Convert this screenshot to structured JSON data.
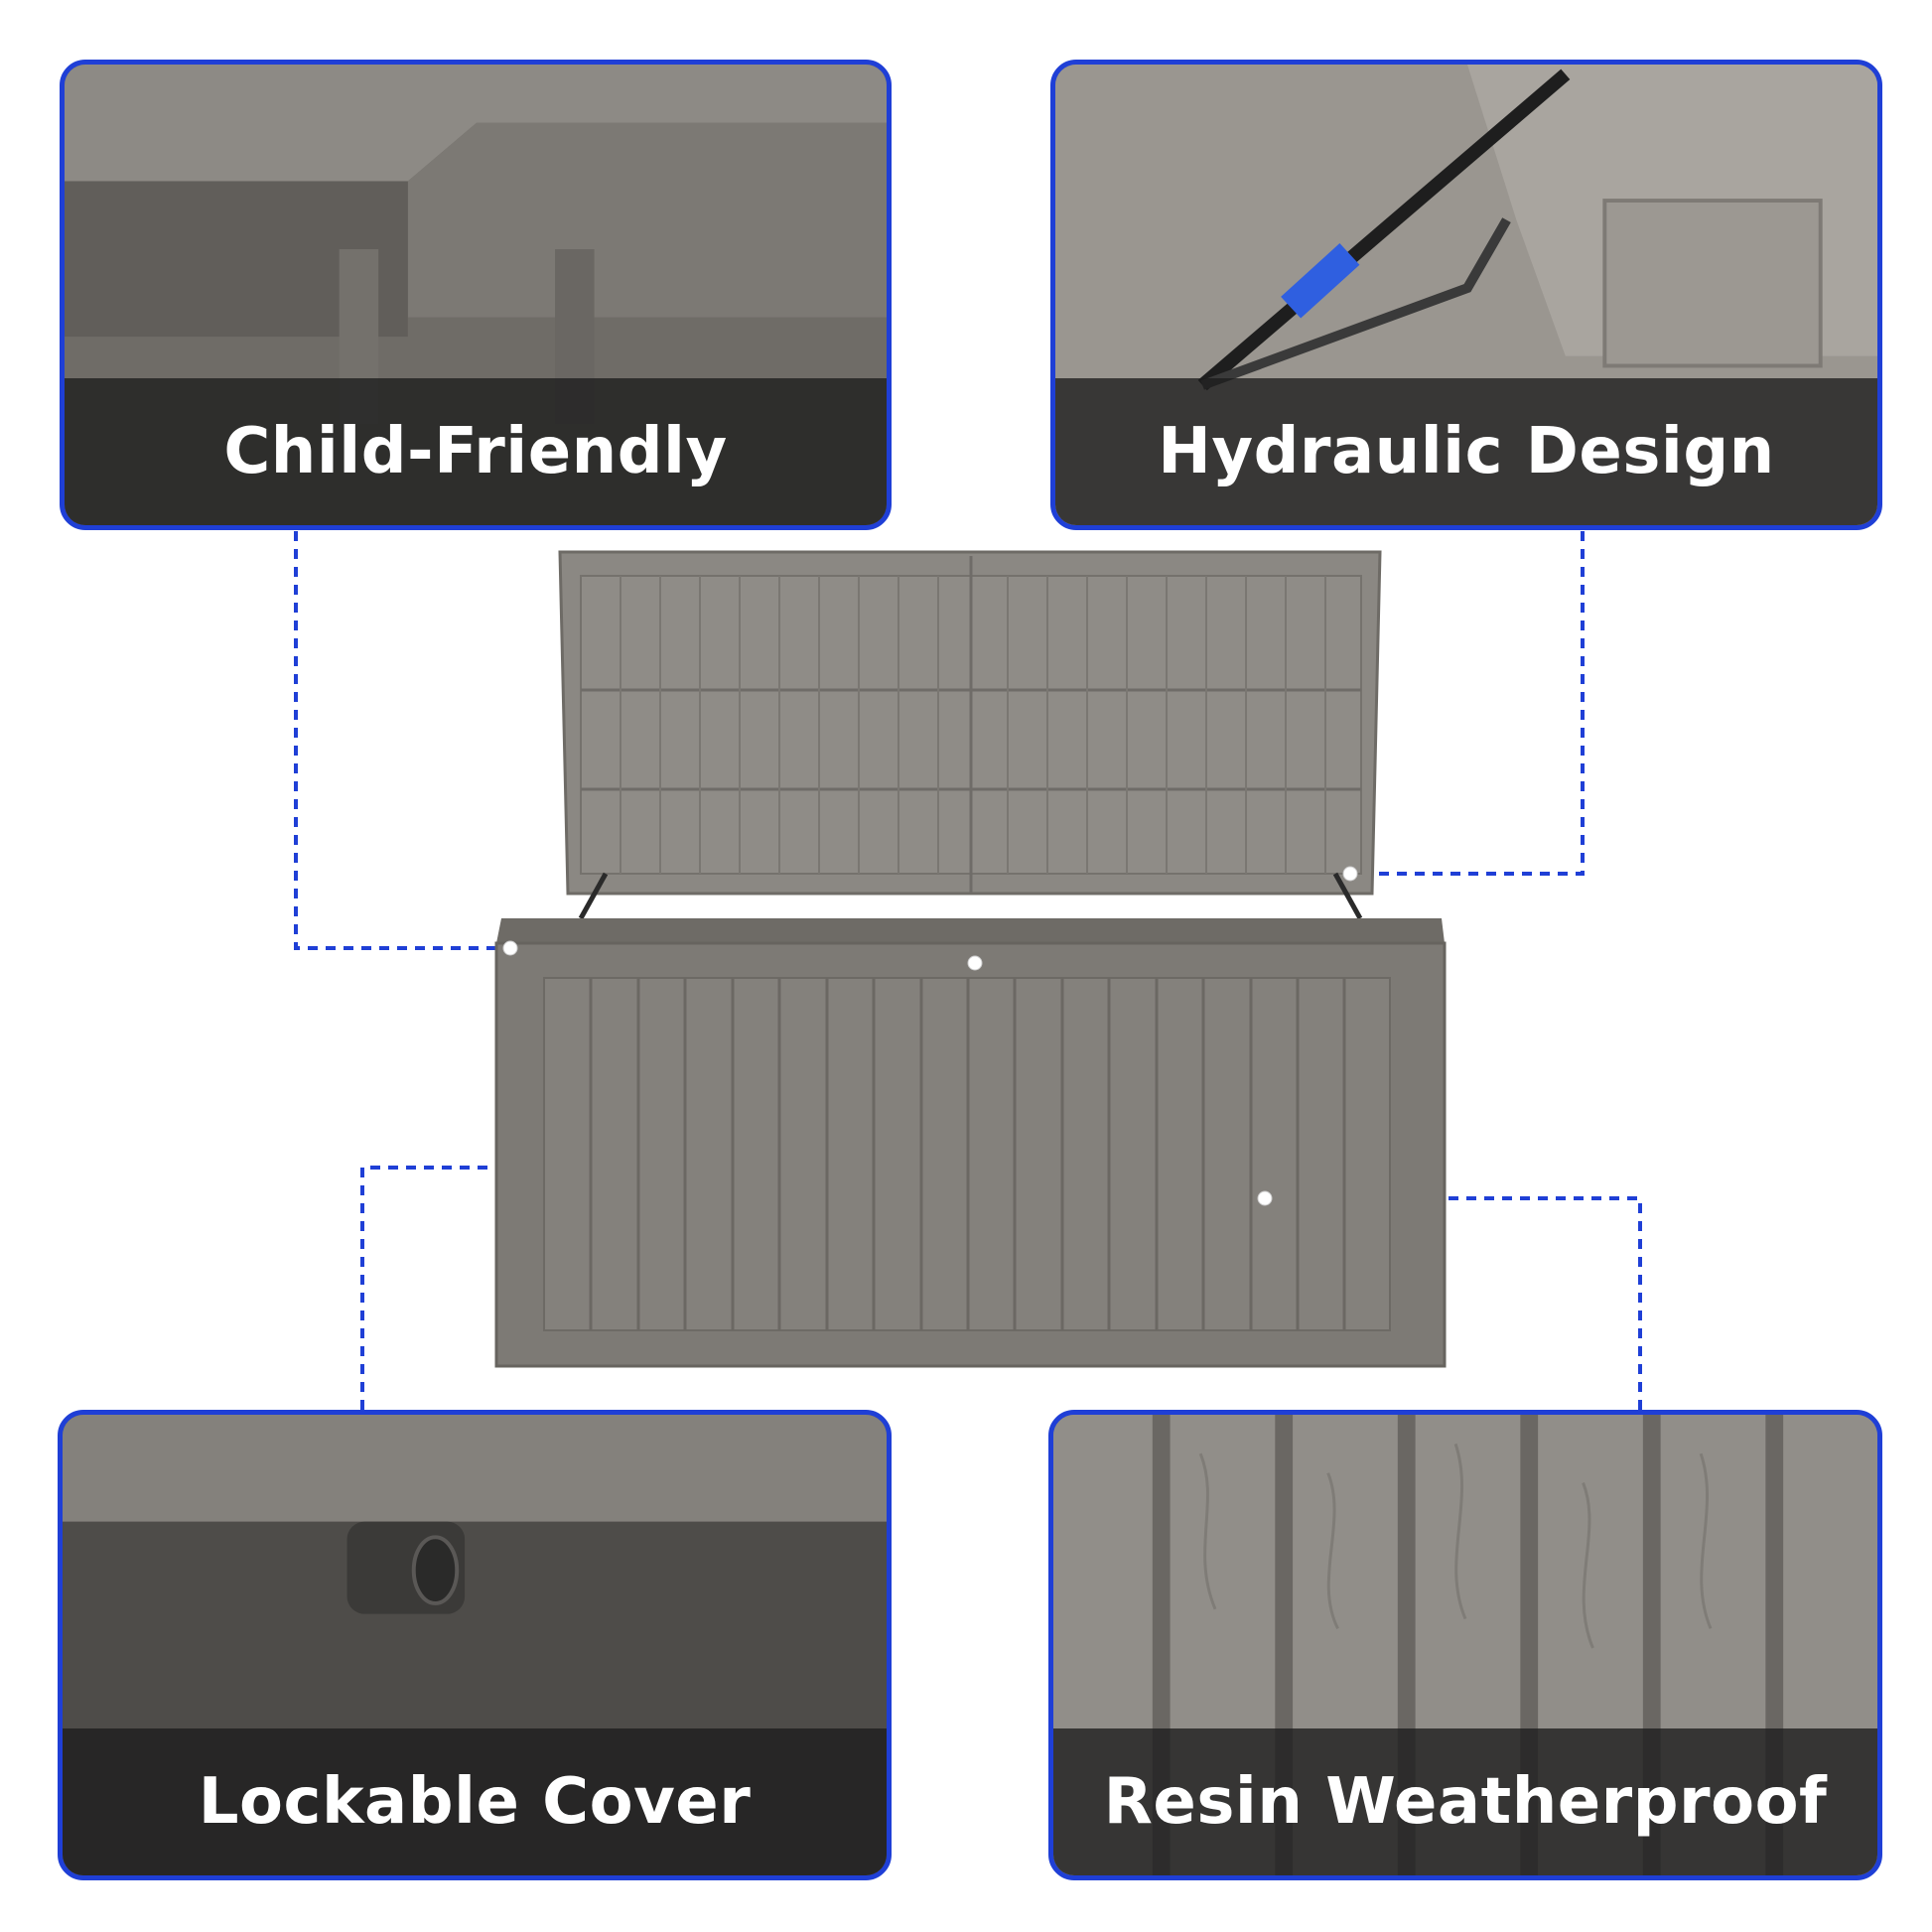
{
  "panels": {
    "top_left": {
      "title": "Child-Friendly"
    },
    "top_right": {
      "title": "Hydraulic Design"
    },
    "bottom_left": {
      "title": "Lockable Cover"
    },
    "bottom_right": {
      "title": "Resin Weatherproof"
    }
  },
  "colors": {
    "accent_blue": "#1f3fd6",
    "resin_gray": "#7d7a75",
    "caption_bg": "#1c1c1c",
    "caption_text": "#ffffff"
  },
  "icons": [
    "deck-box-illustration",
    "hinge-strut-icon",
    "lock-tab-icon",
    "wood-grain-texture"
  ]
}
